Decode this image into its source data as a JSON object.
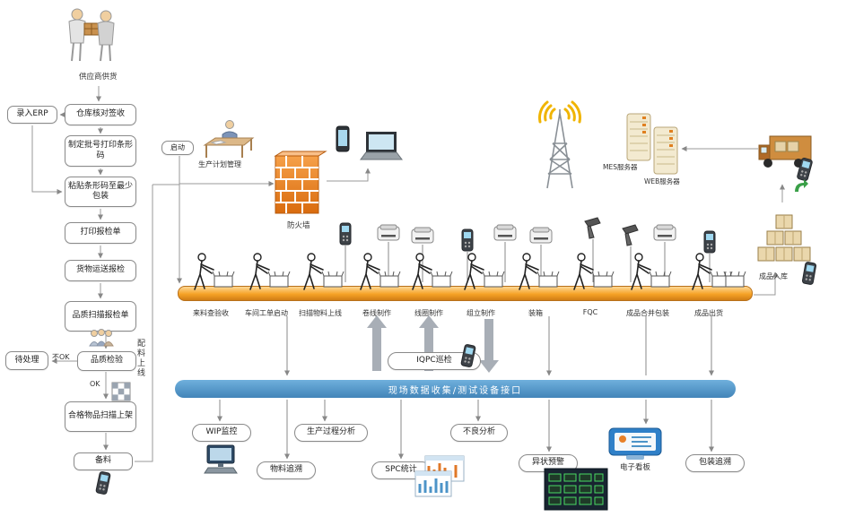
{
  "left_flow": {
    "supplier_label": "供应商供货",
    "erp_label": "录入ERP",
    "warehouse_sign": "仓库核对签收",
    "batch_barcode": "制定批号打印条形码",
    "paste_barcode": "粘贴条形码至最少包装",
    "print_inspection": "打印报检单",
    "goods_delivery": "货物运送报检",
    "quality_scan": "品质扫描报检单",
    "pending": "待处理",
    "not_ok_label": "不OK",
    "quality_check": "品质检验",
    "ok_label": "OK",
    "qualified_shelf": "合格物品扫描上架",
    "material_prepare": "备料",
    "feed_online": "配料上线"
  },
  "top_area": {
    "start_label": "启动",
    "production_plan": "生产计划管理",
    "firewall": "防火墙",
    "mes_server": "MES服务器",
    "web_server": "WEB服务器",
    "finished_warehouse": "成品入库"
  },
  "production_line": {
    "stations": [
      "来料查验收",
      "车间工单启动",
      "扫描物料上线",
      "卷线制作",
      "线圈制作",
      "组立制作",
      "装箱",
      "FQC",
      "成品合并包装",
      "成品出货"
    ],
    "iqpc_label": "IQPC巡检"
  },
  "data_bus": {
    "label": "现场数据收集/测试设备接口"
  },
  "bottom_modules": {
    "wip": "WIP监控",
    "process_analysis": "生产过程分析",
    "material_trace": "物料追溯",
    "spc": "SPC统计",
    "defect_analysis": "不良分析",
    "abnormal_alert": "异状预警",
    "e_kanban": "电子看板",
    "package_trace": "包装追溯"
  },
  "colors": {
    "conveyor_orange": "#f6a226",
    "bus_blue": "#4d94c8",
    "firewall_orange": "#e87d1e",
    "wifi_yellow": "#f0b400"
  }
}
